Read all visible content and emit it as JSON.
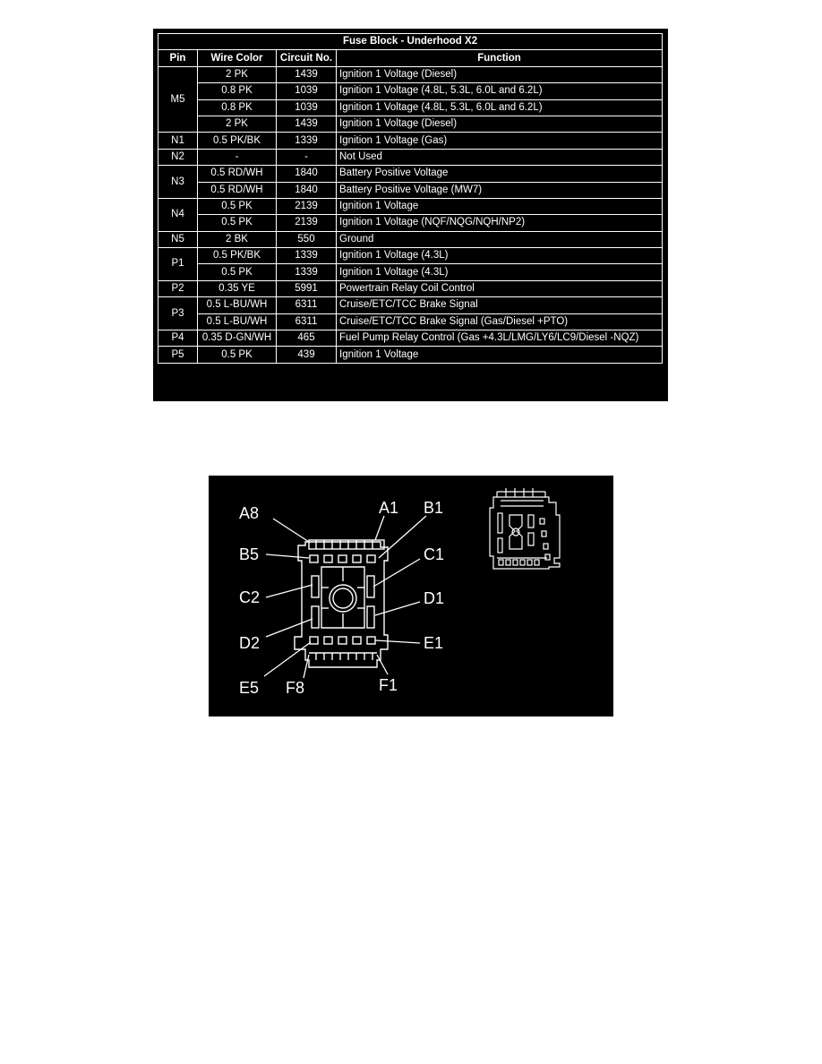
{
  "table": {
    "title": "Fuse Block - Underhood X2",
    "headers": {
      "pin": "Pin",
      "wire_color": "Wire Color",
      "circuit_no": "Circuit No.",
      "function": "Function"
    },
    "rows": [
      {
        "pin": "",
        "wire": "2 PK",
        "circuit": "1439",
        "function": "Ignition 1 Voltage (Diesel)"
      },
      {
        "pin": "M5",
        "wire": "0.8 PK",
        "circuit": "1039",
        "function": "Ignition 1 Voltage (4.8L, 5.3L, 6.0L and 6.2L)"
      },
      {
        "pin": "",
        "wire": "0.8 PK",
        "circuit": "1039",
        "function": "Ignition 1 Voltage (4.8L, 5.3L, 6.0L and 6.2L)"
      },
      {
        "pin": "",
        "wire": "2 PK",
        "circuit": "1439",
        "function": "Ignition 1 Voltage (Diesel)"
      },
      {
        "pin": "N1",
        "wire": "0.5 PK/BK",
        "circuit": "1339",
        "function": "Ignition 1 Voltage (Gas)"
      },
      {
        "pin": "N2",
        "wire": "-",
        "circuit": "-",
        "function": "Not Used"
      },
      {
        "pin": "N3",
        "wire": "0.5 RD/WH",
        "circuit": "1840",
        "function": "Battery Positive Voltage"
      },
      {
        "pin": "",
        "wire": "0.5 RD/WH",
        "circuit": "1840",
        "function": "Battery Positive Voltage (MW7)"
      },
      {
        "pin": "N4",
        "wire": "0.5 PK",
        "circuit": "2139",
        "function": "Ignition 1 Voltage"
      },
      {
        "pin": "",
        "wire": "0.5 PK",
        "circuit": "2139",
        "function": "Ignition 1 Voltage (NQF/NQG/NQH/NP2)"
      },
      {
        "pin": "N5",
        "wire": "2 BK",
        "circuit": "550",
        "function": "Ground"
      },
      {
        "pin": "P1",
        "wire": "0.5 PK/BK",
        "circuit": "1339",
        "function": "Ignition 1 Voltage (4.3L)"
      },
      {
        "pin": "",
        "wire": "0.5 PK",
        "circuit": "1339",
        "function": "Ignition 1 Voltage (4.3L)"
      },
      {
        "pin": "P2",
        "wire": "0.35 YE",
        "circuit": "5991",
        "function": "Powertrain Relay Coil Control"
      },
      {
        "pin": "P3",
        "wire": "0.5 L-BU/WH",
        "circuit": "6311",
        "function": "Cruise/ETC/TCC Brake Signal"
      },
      {
        "pin": "",
        "wire": "0.5 L-BU/WH",
        "circuit": "6311",
        "function": "Cruise/ETC/TCC Brake Signal (Gas/Diesel +PTO)"
      },
      {
        "pin": "P4",
        "wire": "0.35 D-GN/WH",
        "circuit": "465",
        "function": "Fuel Pump Relay Control (Gas +4.3L/LMG/LY6/LC9/Diesel -NQZ)"
      },
      {
        "pin": "P5",
        "wire": "0.5 PK",
        "circuit": "439",
        "function": "Ignition 1 Voltage"
      }
    ]
  },
  "diagram": {
    "labels": {
      "a8": "A8",
      "a1": "A1",
      "b1": "B1",
      "b5": "B5",
      "c1": "C1",
      "c2": "C2",
      "d1": "D1",
      "d2": "D2",
      "e1": "E1",
      "e5": "E5",
      "f8": "F8",
      "f1": "F1"
    }
  },
  "colors": {
    "panel_background": "#000000",
    "line_and_text": "#ffffff",
    "page_background": "#ffffff"
  }
}
